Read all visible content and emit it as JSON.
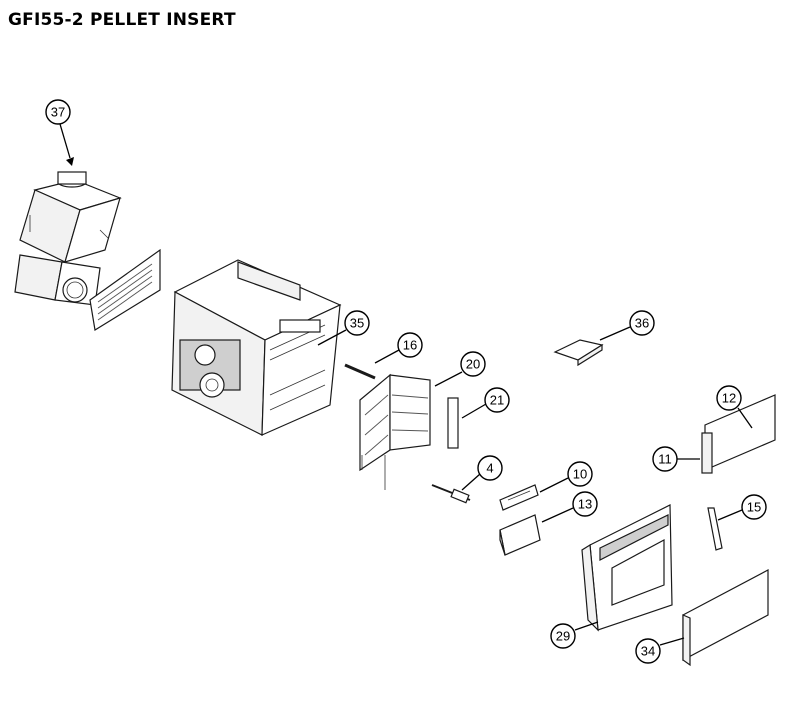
{
  "title": "GFI55-2 PELLET INSERT",
  "callouts": [
    "37",
    "35",
    "16",
    "20",
    "21",
    "36",
    "12",
    "11",
    "4",
    "10",
    "13",
    "15",
    "29",
    "34"
  ]
}
